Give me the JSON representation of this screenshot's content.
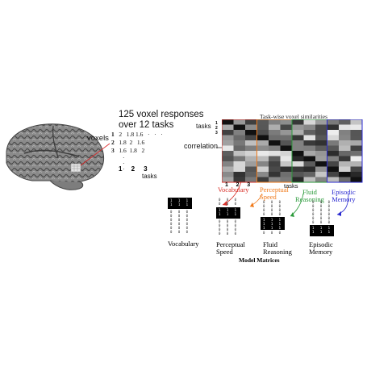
{
  "voxel_title_line1": "125 voxel responses",
  "voxel_title_line2": "over 12 tasks",
  "voxels_label": "voxels",
  "tasks_label_left": "tasks",
  "correlation_label": "correlation",
  "tasks_label_top": "tasks",
  "tasks_label_bottom": "tasks",
  "similarity_title": "Task-wise voxel similarities",
  "voxel_matrix": {
    "row_labels": [
      "1",
      "2",
      "3"
    ],
    "rows": [
      [
        "2",
        "1.8",
        "1.6"
      ],
      [
        "1.8",
        "2",
        "1.6"
      ],
      [
        "1.6",
        "1.8",
        "2"
      ]
    ],
    "col_labels": [
      "1",
      "2",
      "3"
    ]
  },
  "sim_axis_labels": [
    "1",
    "2",
    "3"
  ],
  "model_headers": {
    "vocabulary": "Vocabulary",
    "perceptual_1": "Perceptual",
    "perceptual_2": "Speed",
    "fluid_1": "Fluid",
    "fluid_2": "Reasoning",
    "episodic_1": "Episodic",
    "episodic_2": "Memory"
  },
  "model_labels": {
    "vocabulary": "Vocabulary",
    "perceptual_1": "Perceptual",
    "perceptual_2": "Speed",
    "fluid_1": "Fluid",
    "fluid_2": "Reasoning",
    "episodic_1": "Episodic",
    "episodic_2": "Memory"
  },
  "model_matrices_title": "Model Matrices",
  "colors": {
    "vocabulary": "#d9312a",
    "perceptual": "#f07a1a",
    "fluid": "#2a9a3a",
    "episodic": "#2a2ad0"
  }
}
